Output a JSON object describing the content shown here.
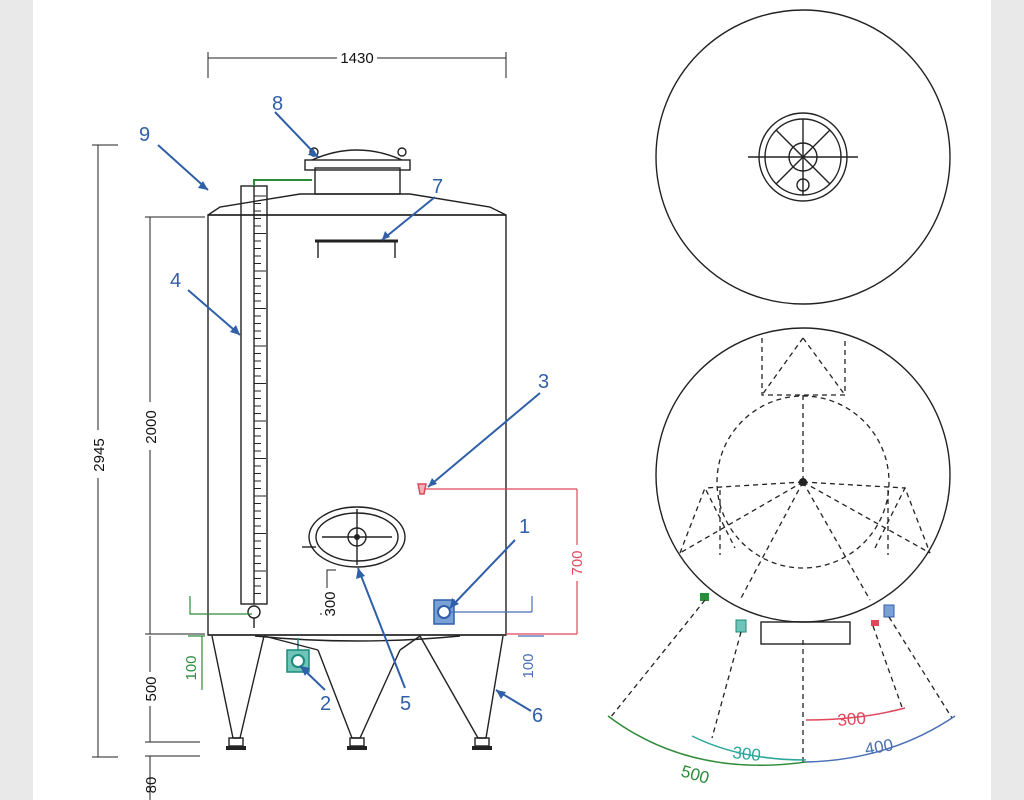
{
  "dimensions": {
    "width_top": "1430",
    "height_total": "2945",
    "height_body": "2000",
    "height_legs": "500",
    "height_feet": "80",
    "door_offset": "300",
    "valve_height": "700",
    "outlet_height_left": "100",
    "outlet_height_right": "100"
  },
  "callouts": [
    "1",
    "2",
    "3",
    "4",
    "5",
    "6",
    "7",
    "8",
    "9"
  ],
  "plan_radii": {
    "r500": "500",
    "r300_teal": "300",
    "r300_red": "300",
    "r400": "400"
  },
  "colors": {
    "callout_blue": "#2f5fa8",
    "green": "#2e8b3a",
    "red": "#e0475b",
    "teal": "#2aa79b",
    "blue_dim": "#4a6fb5"
  }
}
